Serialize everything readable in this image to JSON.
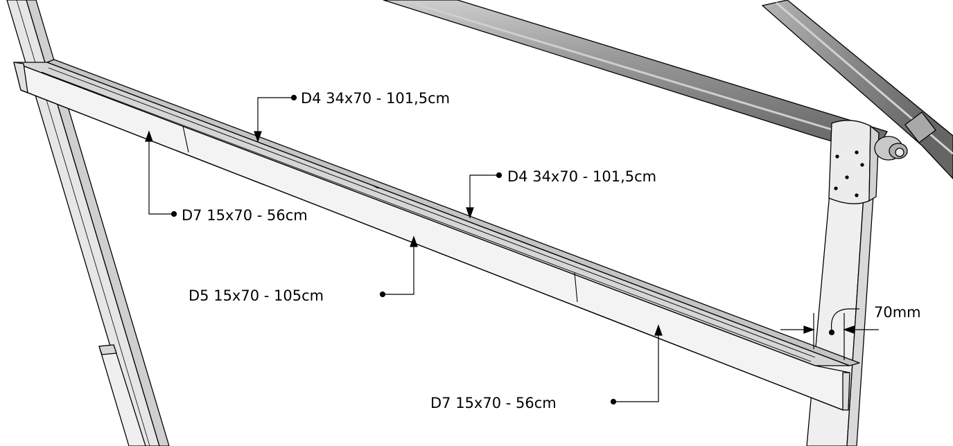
{
  "labels": {
    "d4_top": "D4 34x70 - 101,5cm",
    "d4_mid": "D4 34x70 - 101,5cm",
    "d7_left": "D7 15x70 - 56cm",
    "d5": "D5 15x70 - 105cm",
    "d7_right": "D7 15x70 - 56cm",
    "dim": "70mm"
  },
  "colors": {
    "line": "#000000",
    "wood_face": "#f2f2f2",
    "wood_side": "#e4e4e4",
    "wood_top": "#d8d8d8",
    "pipe": "#8f8f8f",
    "pipe_light": "#c2c2c2",
    "plate": "#e8e8e8"
  }
}
